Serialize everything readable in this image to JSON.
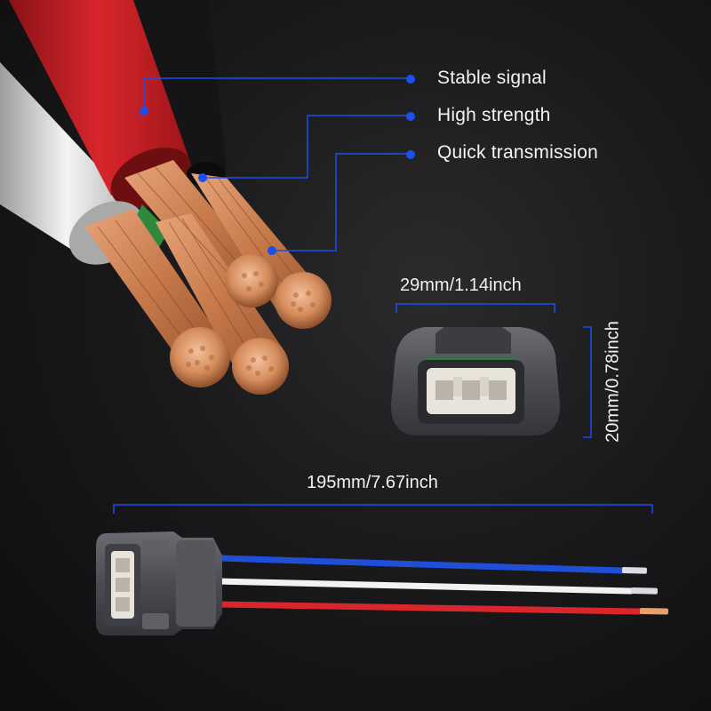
{
  "features": [
    {
      "label": "Stable signal"
    },
    {
      "label": "High strength"
    },
    {
      "label": "Quick transmission"
    }
  ],
  "dimensions": {
    "connector_width": "29mm/1.14inch",
    "connector_height": "20mm/0.78inch",
    "cable_length": "195mm/7.67inch"
  },
  "colors": {
    "accent_blue": "#1a4ff0",
    "wire_blue": "#1f4fd6",
    "wire_white": "#f2f2f2",
    "wire_red": "#d8262c",
    "copper": "#d58c5c",
    "connector_gray": "#4a4c52"
  }
}
